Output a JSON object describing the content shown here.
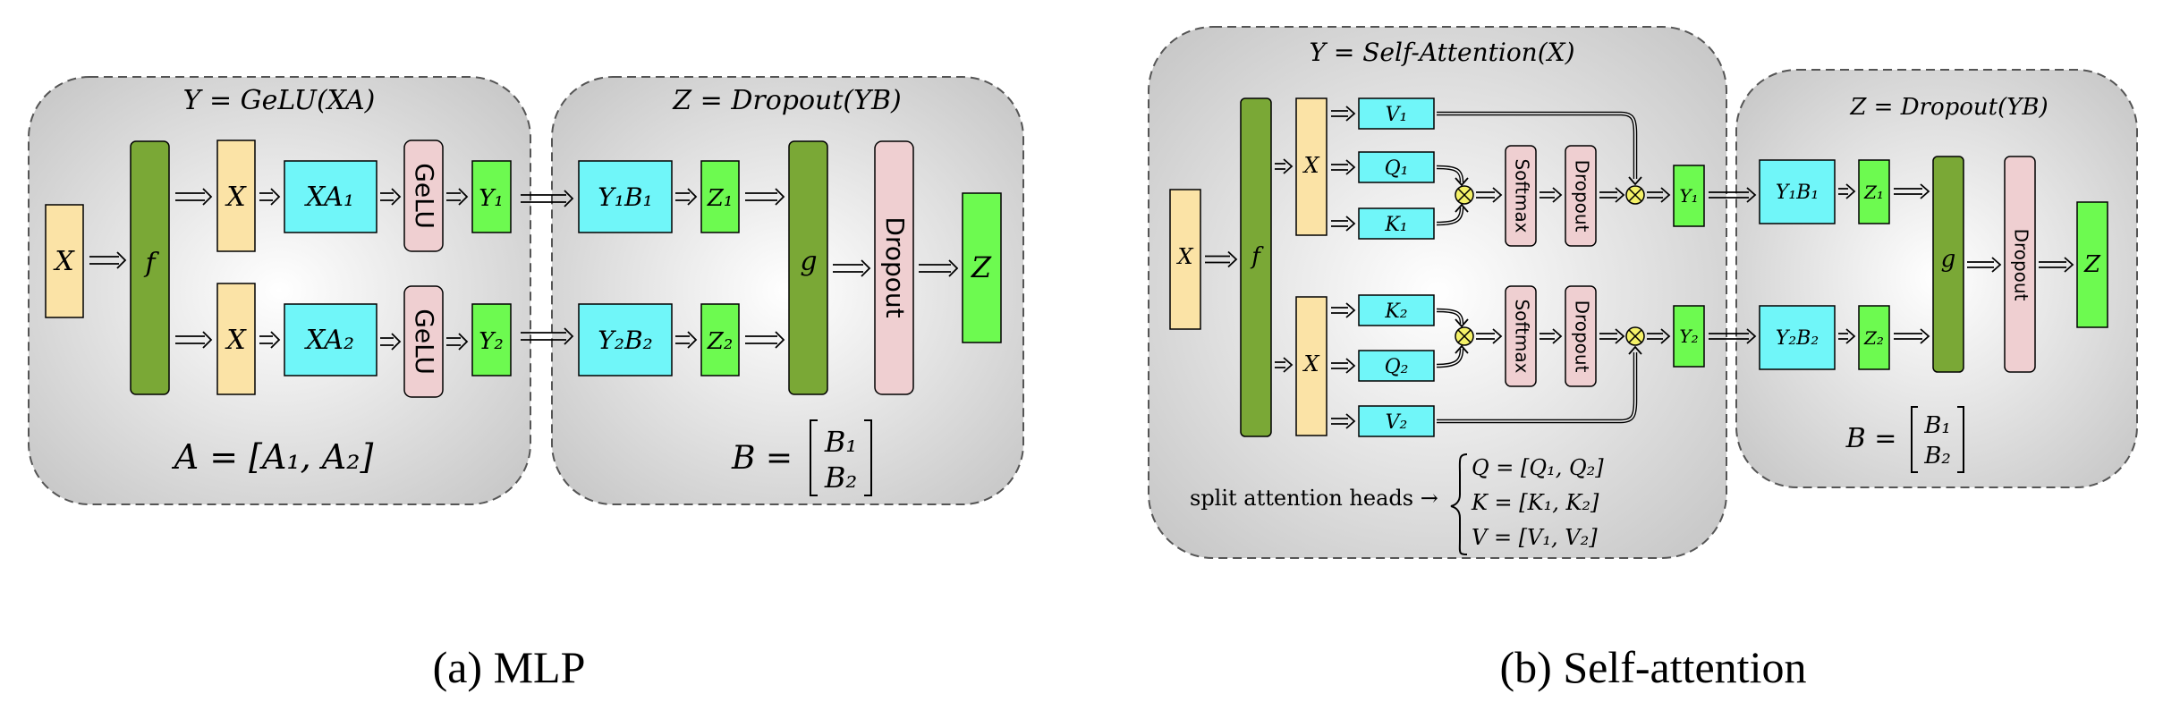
{
  "colors": {
    "yellow": "#fbe3a6",
    "green_dark": "#7aa836",
    "green_light": "#6dfa50",
    "cyan": "#70f6f9",
    "pink": "#efcfd1",
    "ops": "#f4f168"
  },
  "mlp": {
    "caption": "(a)  MLP",
    "left_title": "Y = GeLU(XA)",
    "right_title": "Z = Dropout(YB)",
    "input": "X",
    "f": "f",
    "g": "g",
    "x1": "X",
    "x2": "X",
    "xa1": "XA₁",
    "xa2": "XA₂",
    "gelu1": "GeLU",
    "gelu2": "GeLU",
    "y1": "Y₁",
    "y2": "Y₂",
    "yb1": "Y₁B₁",
    "yb2": "Y₂B₂",
    "z1": "Z₁",
    "z2": "Z₂",
    "dropout": "Dropout",
    "z": "Z",
    "a_eq": "A = [A₁, A₂]",
    "b_eq_lhs": "B =",
    "b1": "B₁",
    "b2": "B₂"
  },
  "attn": {
    "caption": "(b) Self-attention",
    "left_title": "Y = Self-Attention(X)",
    "right_title": "Z = Dropout(YB)",
    "input": "X",
    "f": "f",
    "g": "g",
    "x1": "X",
    "x2": "X",
    "v1": "V₁",
    "q1": "Q₁",
    "k1": "K₁",
    "k2": "K₂",
    "q2": "Q₂",
    "v2": "V₂",
    "softmax1": "Softmax",
    "softmax2": "Softmax",
    "dropout1": "Dropout",
    "dropout2": "Dropout",
    "dropout3": "Dropout",
    "y1": "Y₁",
    "y2": "Y₂",
    "yb1": "Y₁B₁",
    "yb2": "Y₂B₂",
    "z1": "Z₁",
    "z2": "Z₂",
    "z": "Z",
    "split_label": "split attention heads →",
    "q_eq": "Q = [Q₁, Q₂]",
    "k_eq": "K = [K₁, K₂]",
    "v_eq": "V = [V₁, V₂]",
    "b_eq_lhs": "B =",
    "b1": "B₁",
    "b2": "B₂"
  }
}
